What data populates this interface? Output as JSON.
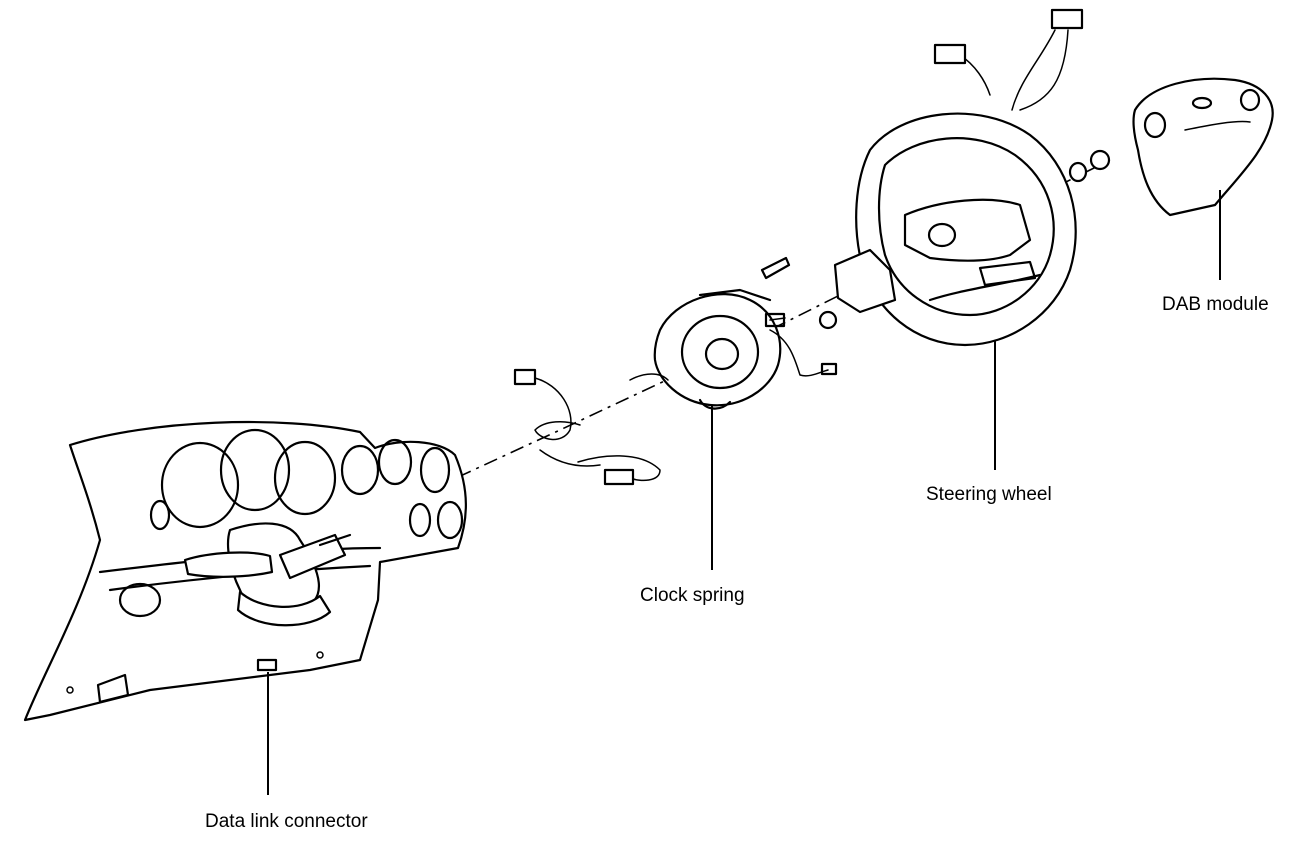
{
  "labels": {
    "dab_module": "DAB module",
    "steering_wheel": "Steering wheel",
    "clock_spring": "Clock spring",
    "data_link_connector": "Data link connector"
  }
}
